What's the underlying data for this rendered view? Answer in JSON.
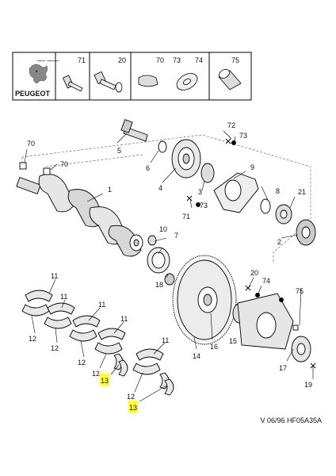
{
  "brand": {
    "name": "PEUGEOT",
    "top_fragment": "__ ___"
  },
  "legend": [
    {
      "ref": "71",
      "icon": "bolt-icon"
    },
    {
      "ref": "20",
      "icon": "bolt-washer-icon"
    },
    {
      "ref": "70",
      "icon": "woodruff-key-icon"
    },
    {
      "ref": "73",
      "icon": "washer-icon"
    },
    {
      "ref": "74",
      "icon": "washer-icon"
    },
    {
      "ref": "75",
      "icon": "bushing-icon"
    }
  ],
  "callouts": {
    "c1": "1",
    "c2": "2",
    "c3": "3",
    "c4": "4",
    "c5": "5",
    "c6": "6",
    "c7": "7",
    "c8": "8",
    "c9": "9",
    "c10": "10",
    "c11a": "11",
    "c11b": "11",
    "c11c": "11",
    "c11d": "11",
    "c11e": "11",
    "c12a": "12",
    "c12b": "12",
    "c12c": "12",
    "c12d": "12",
    "c12e": "12",
    "c13a": "13",
    "c13b": "13",
    "c14": "14",
    "c15": "15",
    "c16": "16",
    "c17": "17",
    "c18": "18",
    "c19": "19",
    "c20": "20",
    "c21": "21",
    "c70a": "70",
    "c70b": "70",
    "c71": "71",
    "c72": "72",
    "c73a": "73",
    "c73b": "73",
    "c74": "74",
    "c75": "75"
  },
  "highlight_color": "#ffff33",
  "footer": "V 06/96 HF05A35A"
}
